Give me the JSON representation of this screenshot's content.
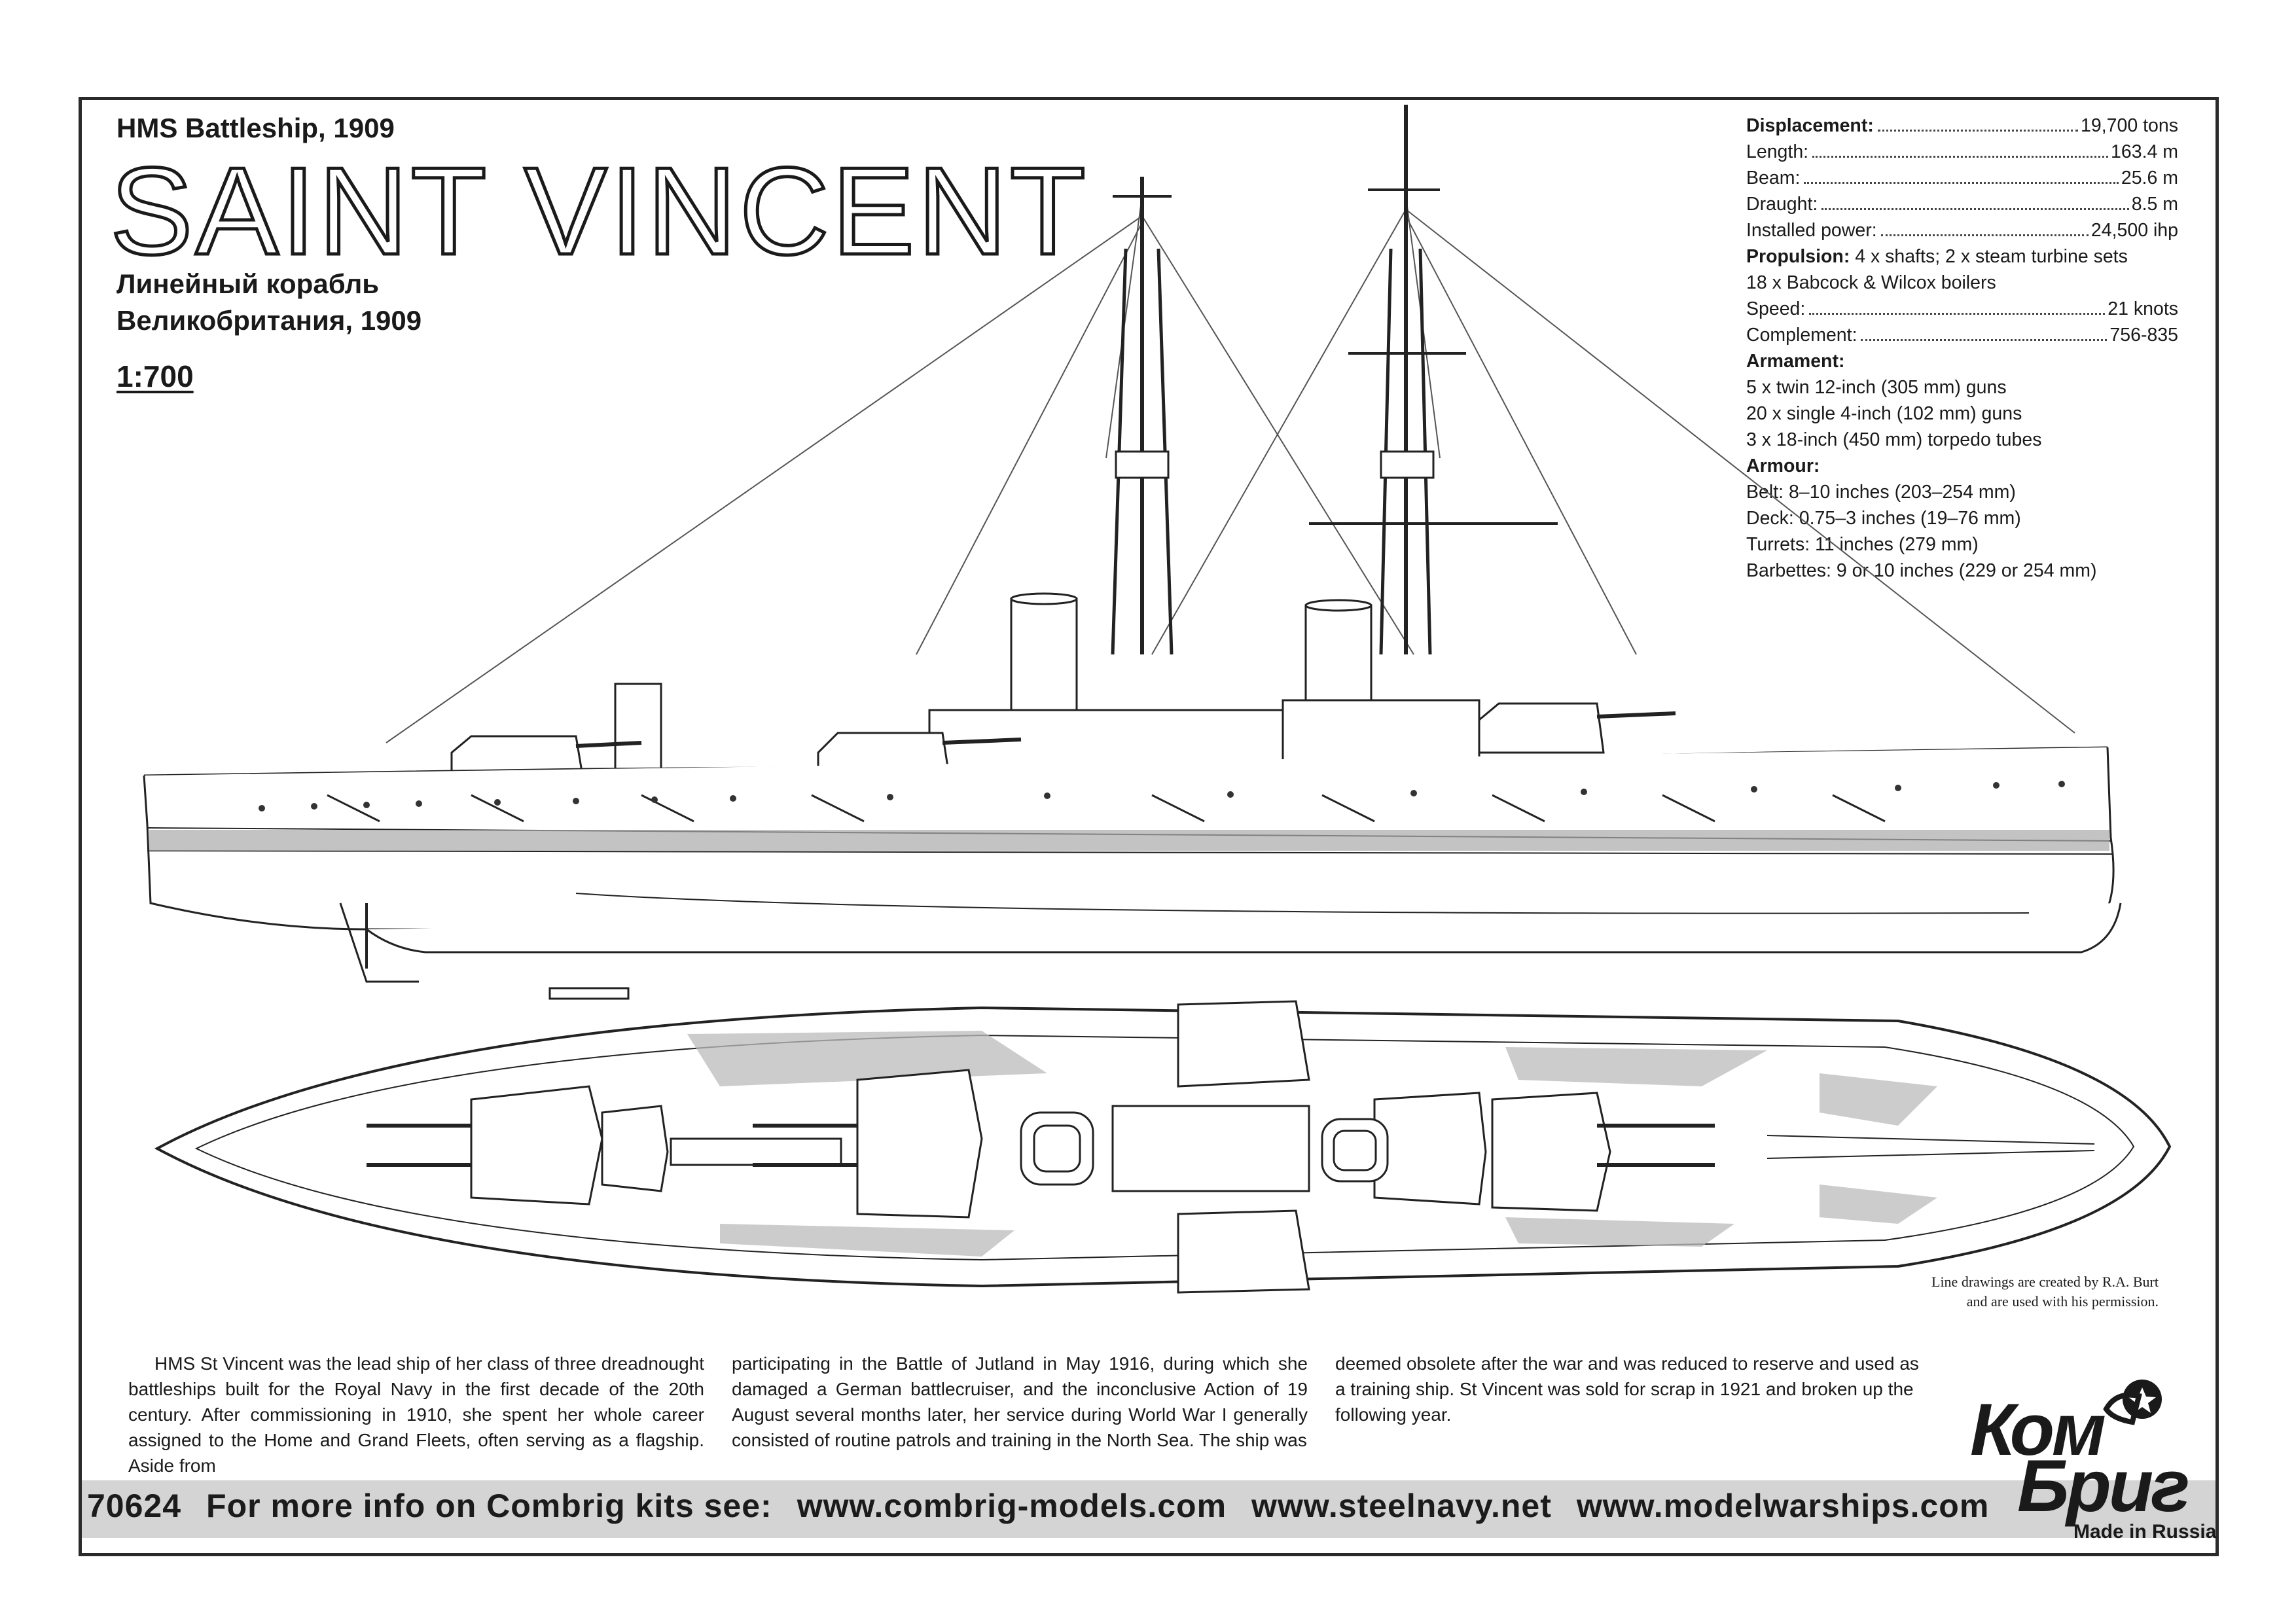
{
  "header": {
    "subtitle_en": "HMS Battleship, 1909",
    "title": "SAINT VINCENT",
    "subtitle_ru1": "Линейный корабль",
    "subtitle_ru2": "Великобритания, 1909",
    "scale": "1:700"
  },
  "specs": {
    "displacement_label": "Displacement:",
    "displacement_value": "19,700 tons",
    "length_label": "Length:",
    "length_value": "163.4 m",
    "beam_label": "Beam:",
    "beam_value": "25.6 m",
    "draught_label": "Draught:",
    "draught_value": "8.5 m",
    "power_label": "Installed power:",
    "power_value": "24,500 ihp",
    "propulsion_label": "Propulsion:",
    "propulsion_value": "4 x shafts; 2 x steam turbine sets",
    "propulsion_value2": "18 x Babcock & Wilcox boilers",
    "speed_label": "Speed:",
    "speed_value": "21 knots",
    "complement_label": "Complement:",
    "complement_value": "756-835",
    "armament_label": "Armament:",
    "armament_1": "5 x twin 12-inch (305 mm) guns",
    "armament_2": "20 x single 4-inch (102 mm) guns",
    "armament_3": "3 x 18-inch (450 mm) torpedo tubes",
    "armour_label": "Armour:",
    "armour_1": "Belt: 8–10 inches (203–254 mm)",
    "armour_2": "Deck: 0.75–3 inches (19–76 mm)",
    "armour_3": "Turrets: 11 inches (279 mm)",
    "armour_4": "Barbettes: 9 or 10 inches (229 or 254 mm)"
  },
  "credit": {
    "line1": "Line drawings are created by R.A. Burt",
    "line2": "and are used with his permission."
  },
  "description": {
    "col1": "HMS St Vincent was the lead ship of her class of three dreadnought battleships built for the Royal Navy in the first decade of the 20th century. After commissioning in 1910, she spent her whole career assigned to the Home and Grand Fleets, often serving as a flagship. Aside from",
    "col2": "participating in the Battle of Jutland in May 1916, during which she damaged a German battlecruiser, and the inconclusive Action of 19 August several months later, her service during World War I generally consisted of routine patrols and training in the North Sea. The ship was",
    "col3": "deemed obsolete after the war and was reduced to reserve and used as a training ship. St Vincent was sold for scrap in 1921 and broken up the following year."
  },
  "footer": {
    "code": "70624",
    "info": "For more info on Combrig kits see:",
    "url1": "www.combrig-models.com",
    "url2": "www.steelnavy.net",
    "url3": "www.modelwarships.com"
  },
  "logo": {
    "line1": "Ком",
    "line2": "Бриг",
    "made": "Made in Russia"
  }
}
